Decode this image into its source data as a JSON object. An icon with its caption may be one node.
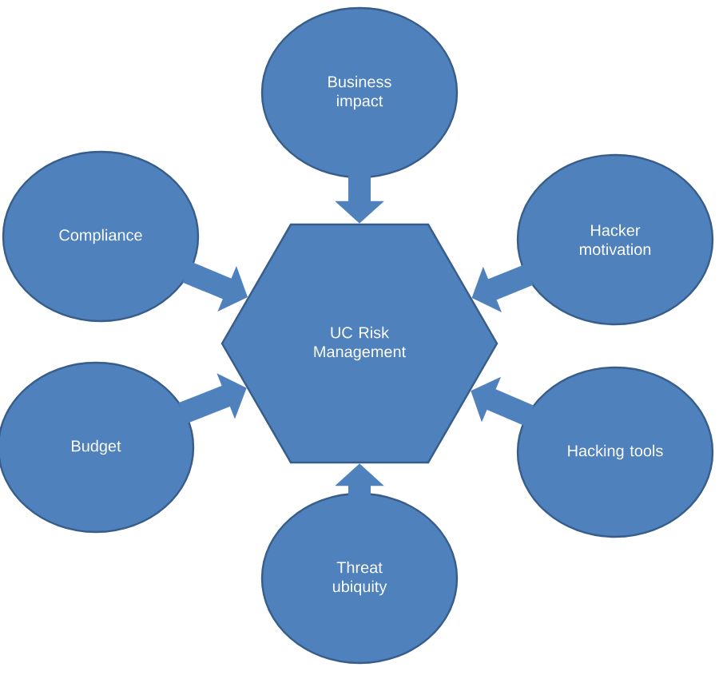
{
  "diagram": {
    "nodes": [
      {
        "text": [
          "Business impact"
        ]
      },
      {
        "text": [
          "Compliance"
        ]
      },
      {
        "text": [
          "Hacker motivation"
        ]
      },
      {
        "text": [
          "UC Risk Management"
        ]
      },
      {
        "text": [
          "Budget"
        ]
      },
      {
        "text": [
          "Hacking tools"
        ]
      },
      {
        "text": [
          "Threat ubiquity"
        ]
      }
    ],
    "edges": [
      {
        "from": 0,
        "to": 3,
        "arrow": "to"
      },
      {
        "from": 1,
        "to": 3,
        "arrow": "to"
      },
      {
        "from": 2,
        "to": 3,
        "arrow": "to"
      },
      {
        "from": 4,
        "to": 3,
        "arrow": "to"
      },
      {
        "from": 5,
        "to": 3,
        "arrow": "to"
      },
      {
        "from": 6,
        "to": 3,
        "arrow": "to"
      }
    ]
  }
}
